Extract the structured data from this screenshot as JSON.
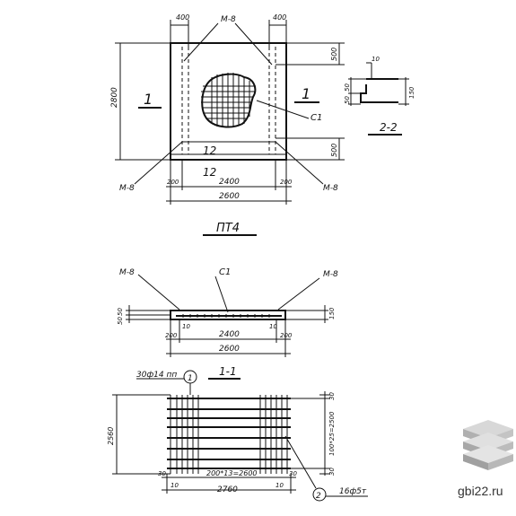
{
  "plan": {
    "top_dims": [
      "400",
      "400"
    ],
    "top_mark": "М-8",
    "height": "2800",
    "right_dims": [
      "500",
      "500"
    ],
    "section_marks": [
      "1",
      "1"
    ],
    "mesh_label": "С1",
    "inner_labels": [
      "12",
      "12"
    ],
    "bottom_left_mark": "М-8",
    "bottom_right_mark": "М-8",
    "bottom_small": [
      "200",
      "200"
    ],
    "inner_width": "2400",
    "outer_width": "2600",
    "title": "ПТ4"
  },
  "section22": {
    "top": "10",
    "left_dims": [
      "50",
      "50"
    ],
    "right_dim": "150",
    "title": "2-2"
  },
  "section11": {
    "mark_left": "М-8",
    "mark_top": "С1",
    "mark_right": "М-8",
    "left_dims": [
      "50",
      "50"
    ],
    "right_dim": "150",
    "small_left": [
      "200",
      "10"
    ],
    "small_right": [
      "10",
      "200"
    ],
    "inner_width": "2400",
    "outer_width": "2600",
    "title": "1-1"
  },
  "mesh": {
    "callout_top": "30ф14 пп",
    "bubble_1": "1",
    "left_dim": "2560",
    "right_dims": [
      "30",
      "100*25=2500",
      "30"
    ],
    "bottom_small": [
      "30",
      "10",
      "10",
      "30"
    ],
    "span_label": "200*13=2600",
    "total_width": "2760",
    "bubble_2": "2",
    "callout_bottom": "16ф5т"
  },
  "watermark": "gbi22.ru"
}
